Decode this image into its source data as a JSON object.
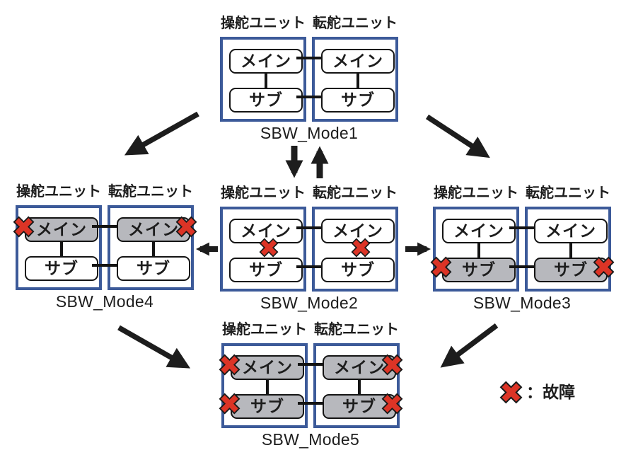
{
  "diagram": {
    "unit_labels": {
      "steering": "操舵ユニット",
      "turning": "転舵ユニット"
    },
    "component_labels": {
      "main": "メイン",
      "sub": "サブ"
    },
    "modes": [
      {
        "name": "SBW_Mode1",
        "failures": []
      },
      {
        "name": "SBW_Mode2",
        "failures": [
          "steering main-sub link",
          "turning main-sub link"
        ]
      },
      {
        "name": "SBW_Mode3",
        "failures": [
          "steering sub",
          "turning sub"
        ]
      },
      {
        "name": "SBW_Mode4",
        "failures": [
          "steering main",
          "turning main"
        ]
      },
      {
        "name": "SBW_Mode5",
        "failures": [
          "steering main",
          "steering sub",
          "turning main",
          "turning sub"
        ]
      }
    ],
    "transitions": [
      {
        "from": "SBW_Mode1",
        "to": "SBW_Mode4"
      },
      {
        "from": "SBW_Mode1",
        "to": "SBW_Mode3"
      },
      {
        "from": "SBW_Mode1",
        "to": "SBW_Mode2"
      },
      {
        "from": "SBW_Mode2",
        "to": "SBW_Mode1"
      },
      {
        "from": "SBW_Mode2",
        "to": "SBW_Mode4"
      },
      {
        "from": "SBW_Mode2",
        "to": "SBW_Mode3"
      },
      {
        "from": "SBW_Mode4",
        "to": "SBW_Mode5"
      },
      {
        "from": "SBW_Mode3",
        "to": "SBW_Mode5"
      }
    ],
    "legend": {
      "symbol": "failure-cross-icon",
      "label": "：故障"
    },
    "colors": {
      "unit_border_blue": "#3c5a99",
      "failed_gray": "#b7b8bd",
      "cross_red": "#dc3426",
      "ink_black": "#1d1d1d"
    }
  }
}
